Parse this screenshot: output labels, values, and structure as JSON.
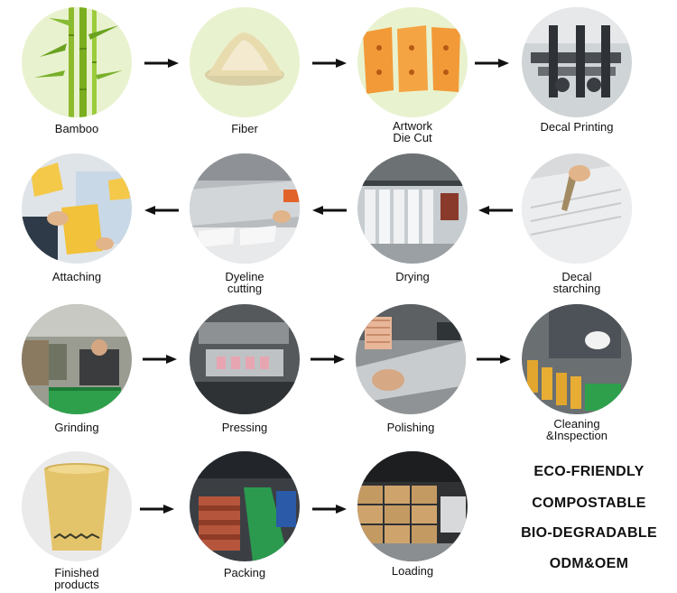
{
  "steps": [
    {
      "id": "bamboo",
      "label": "Bamboo",
      "icon": "bamboo-photo"
    },
    {
      "id": "fiber",
      "label": "Fiber",
      "icon": "fiber-powder-photo"
    },
    {
      "id": "artwork",
      "label": "Artwork\nDie Cut",
      "icon": "die-cut-blanks-photo"
    },
    {
      "id": "decal-printing",
      "label": "Decal Printing",
      "icon": "printing-machine-photo"
    },
    {
      "id": "attaching",
      "label": "Attaching",
      "icon": "decal-attaching-photo"
    },
    {
      "id": "dyeline",
      "label": "Dyeline\ncutting",
      "icon": "cutting-machine-photo"
    },
    {
      "id": "drying",
      "label": "Drying",
      "icon": "drying-line-photo"
    },
    {
      "id": "decal-starching",
      "label": "Decal\nstarching",
      "icon": "starching-photo"
    },
    {
      "id": "grinding",
      "label": "Grinding",
      "icon": "grinding-workshop-photo"
    },
    {
      "id": "pressing",
      "label": "Pressing",
      "icon": "pressing-machine-photo"
    },
    {
      "id": "polishing",
      "label": "Polishing",
      "icon": "polishing-photo"
    },
    {
      "id": "cleaning",
      "label": "Cleaning\n&Inspection",
      "icon": "inspection-photo"
    },
    {
      "id": "finished",
      "label": "Finished\nproducts",
      "icon": "bamboo-cup-photo"
    },
    {
      "id": "packing",
      "label": "Packing",
      "icon": "packing-line-photo"
    },
    {
      "id": "loading",
      "label": "Loading",
      "icon": "warehouse-boxes-photo"
    }
  ],
  "claims": [
    "ECO-FRIENDLY",
    "COMPOSTABLE",
    "BIO-DEGRADABLE",
    "ODM&OEM"
  ],
  "colors": {
    "circle_bg": "#e6efc9",
    "arrow": "#111111",
    "text": "#111111"
  }
}
